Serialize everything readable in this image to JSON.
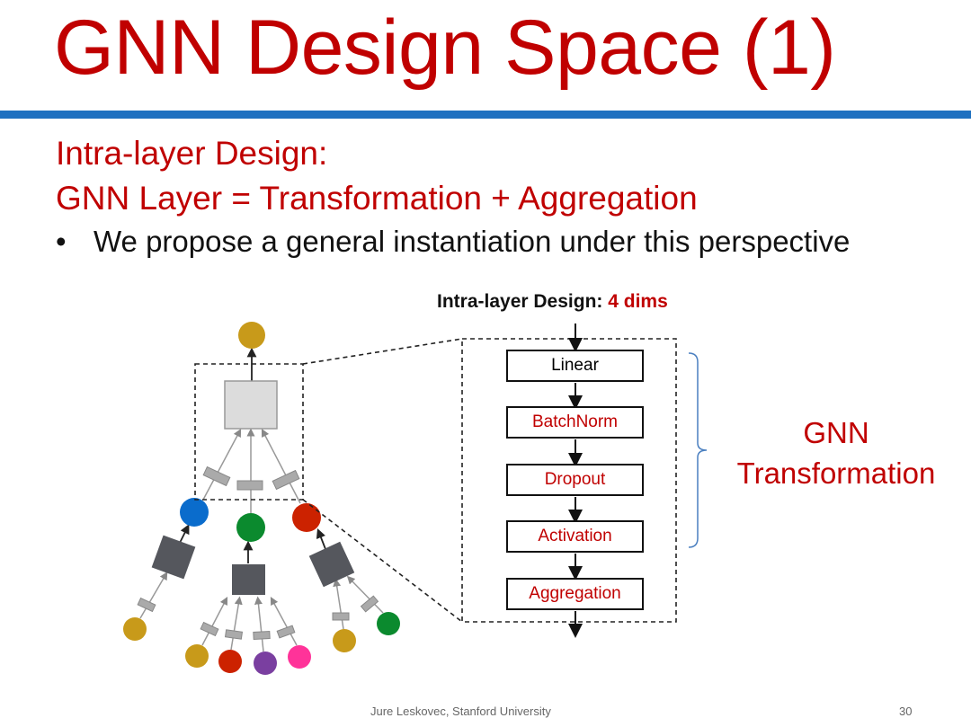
{
  "slide": {
    "title": "GNN Design Space (1)",
    "subtitle_line1": "Intra-layer Design:",
    "subtitle_line2": "GNN Layer = Transformation + Aggregation",
    "bullet_symbol": "•",
    "bullet_text": "We propose a general instantiation under this perspective"
  },
  "diagram": {
    "header_label": "Intra-layer Design:",
    "header_value": "4 dims",
    "stages": [
      {
        "label": "Linear",
        "color": "#111111"
      },
      {
        "label": "BatchNorm",
        "color": "#c00000"
      },
      {
        "label": "Dropout",
        "color": "#c00000"
      },
      {
        "label": "Activation",
        "color": "#c00000"
      },
      {
        "label": "Aggregation",
        "color": "#c00000"
      }
    ],
    "bracket_label_line1": "GNN",
    "bracket_label_line2": "Transformation",
    "colors": {
      "accent_red": "#c00000",
      "bar_blue": "#1e70c0",
      "gold": "#c89a1a",
      "blue": "#0a6ccc",
      "green": "#0b8a2e",
      "red": "#cc2200",
      "purple": "#7a3fa0",
      "pink": "#ff3399"
    }
  },
  "footer": {
    "author": "Jure Leskovec, Stanford University",
    "page_number": "30"
  }
}
